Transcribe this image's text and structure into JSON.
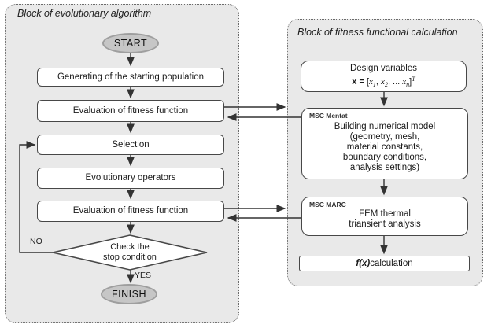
{
  "left_block": {
    "title": "Block of evolutionary algorithm",
    "start_label": "START",
    "finish_label": "FINISH",
    "boxes": [
      "Generating of the starting population",
      "Evaluation of fitness function",
      "Selection",
      "Evolutionary operators",
      "Evaluation of fitness function"
    ],
    "decision": {
      "line1": "Check the",
      "line2": "stop condition"
    },
    "no_label": "NO",
    "yes_label": "YES"
  },
  "right_block": {
    "title": "Block of fitness functional calculation",
    "design_box": {
      "title": "Design variables",
      "formula": [
        {
          "t": "x",
          "s": "b"
        },
        {
          "t": " = ",
          "s": "b"
        },
        {
          "t": "[",
          "s": ""
        },
        {
          "t": "x",
          "s": "m"
        },
        {
          "t": "1",
          "s": "msub"
        },
        {
          "t": ", ",
          "s": ""
        },
        {
          "t": "x",
          "s": "m"
        },
        {
          "t": "2",
          "s": "msub"
        },
        {
          "t": ", ... ",
          "s": ""
        },
        {
          "t": "x",
          "s": "m"
        },
        {
          "t": "n",
          "s": "msub"
        },
        {
          "t": "]",
          "s": ""
        },
        {
          "t": "T",
          "s": "msup"
        }
      ]
    },
    "mentat_box": {
      "tool_label": "MSC Mentat",
      "lines": [
        "Building numerical model",
        "(geometry, mesh,",
        "material constants,",
        "boundary conditions,",
        "analysis settings)"
      ]
    },
    "marc_box": {
      "tool_label": "MSC MARC",
      "lines": [
        "FEM thermal",
        "triansient analysis"
      ]
    },
    "fx_box": {
      "formula": [
        {
          "t": "f(x)",
          "s": "bi"
        },
        {
          "t": " calculation",
          "s": ""
        }
      ]
    }
  },
  "colors": {
    "block_background": "#e9e9e9",
    "box_border": "#474747",
    "ellipse_fill": "#c6c6c6",
    "ellipse_border": "#9e9e9e",
    "arrow": "#333333"
  }
}
